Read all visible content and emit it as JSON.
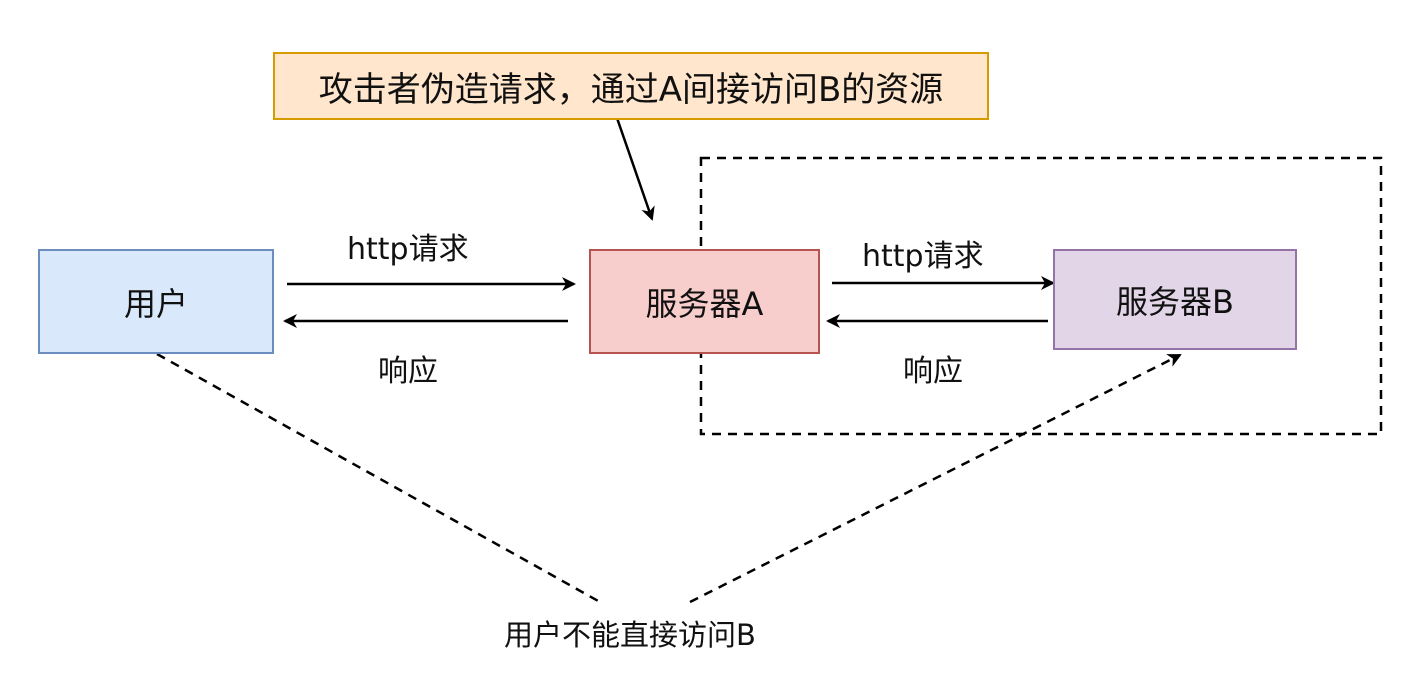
{
  "callout": {
    "text": "攻击者伪造请求，通过A间接访问B的资源"
  },
  "nodes": {
    "user": {
      "label": "用户"
    },
    "server_a": {
      "label": "服务器A"
    },
    "server_b": {
      "label": "服务器B"
    }
  },
  "edges": {
    "user_to_a_request": "http请求",
    "a_to_user_response": "响应",
    "a_to_b_request": "http请求",
    "b_to_a_response": "响应"
  },
  "note": {
    "text": "用户不能直接访问B"
  },
  "colors": {
    "user_fill": "#dae8fc",
    "user_stroke": "#6c8ebf",
    "server_a_fill": "#f8cecc",
    "server_a_stroke": "#b85450",
    "server_b_fill": "#e1d5e7",
    "server_b_stroke": "#9673a6",
    "callout_fill": "#ffe6cc",
    "callout_stroke": "#d79b00"
  }
}
